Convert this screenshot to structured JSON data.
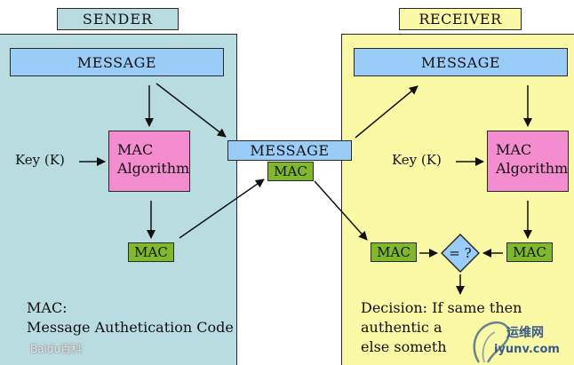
{
  "sender": {
    "title": "SENDER",
    "message": "MESSAGE",
    "key": "Key (K)",
    "algorithm": [
      "MAC",
      "Algorithm"
    ],
    "mac": "MAC",
    "note": [
      "MAC:",
      "Message Authetication Code"
    ]
  },
  "transit": {
    "message": "MESSAGE",
    "mac": "MAC"
  },
  "receiver": {
    "title": "RECEIVER",
    "message": "MESSAGE",
    "key": "Key (K)",
    "algorithm": [
      "MAC",
      "Algorithm"
    ],
    "mac_received": "MAC",
    "mac_computed": "MAC",
    "compare": "= ?",
    "decision": [
      "Decision: If same then",
      "authentic a",
      "else someth"
    ]
  },
  "watermarks": {
    "baidu": "Baidu百科",
    "yunwei_cn": "运维网",
    "yunwei_url": "iyunv.com"
  },
  "colors": {
    "sender_panel": "#b8dce0",
    "receiver_panel": "#fafaa6",
    "message_bar": "#99ccf7",
    "algorithm_box": "#f48cd0",
    "mac_tag": "#7fb82c"
  }
}
